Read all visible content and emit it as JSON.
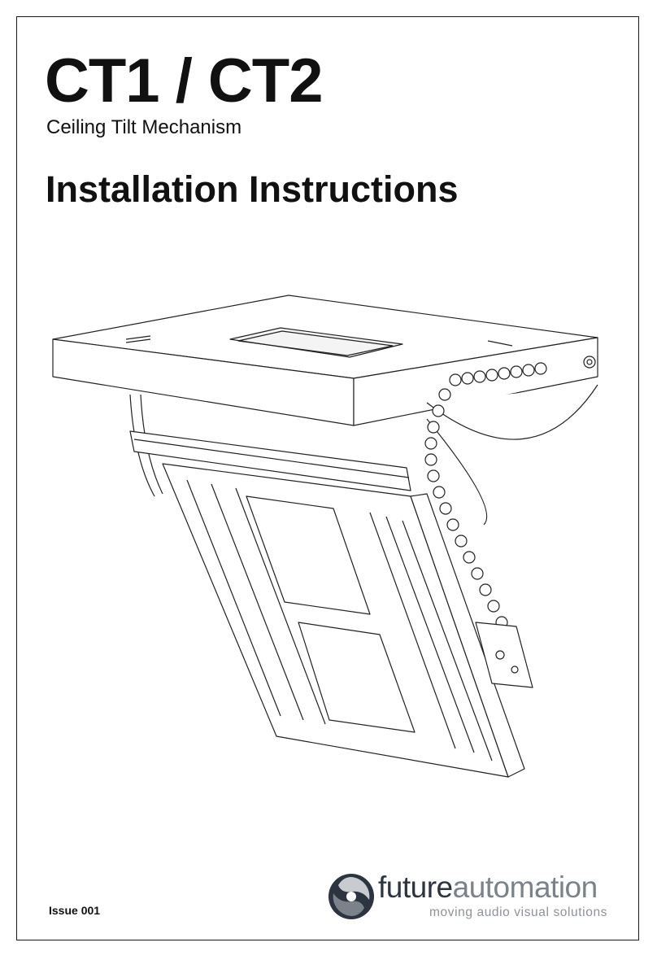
{
  "document": {
    "title": "CT1 / CT2",
    "subtitle": "Ceiling Tilt Mechanism",
    "heading": "Installation Instructions",
    "issue": "Issue 001"
  },
  "logo": {
    "brand_part1": "future",
    "brand_part2": "automation",
    "tagline": "moving audio visual solutions",
    "icon": "swirl-logo-icon",
    "colors": {
      "dark": "#2b3440",
      "grey": "#7b8289",
      "light": "#8d9399"
    }
  },
  "illustration": {
    "icon": "ceiling-tilt-mechanism-drawing"
  }
}
